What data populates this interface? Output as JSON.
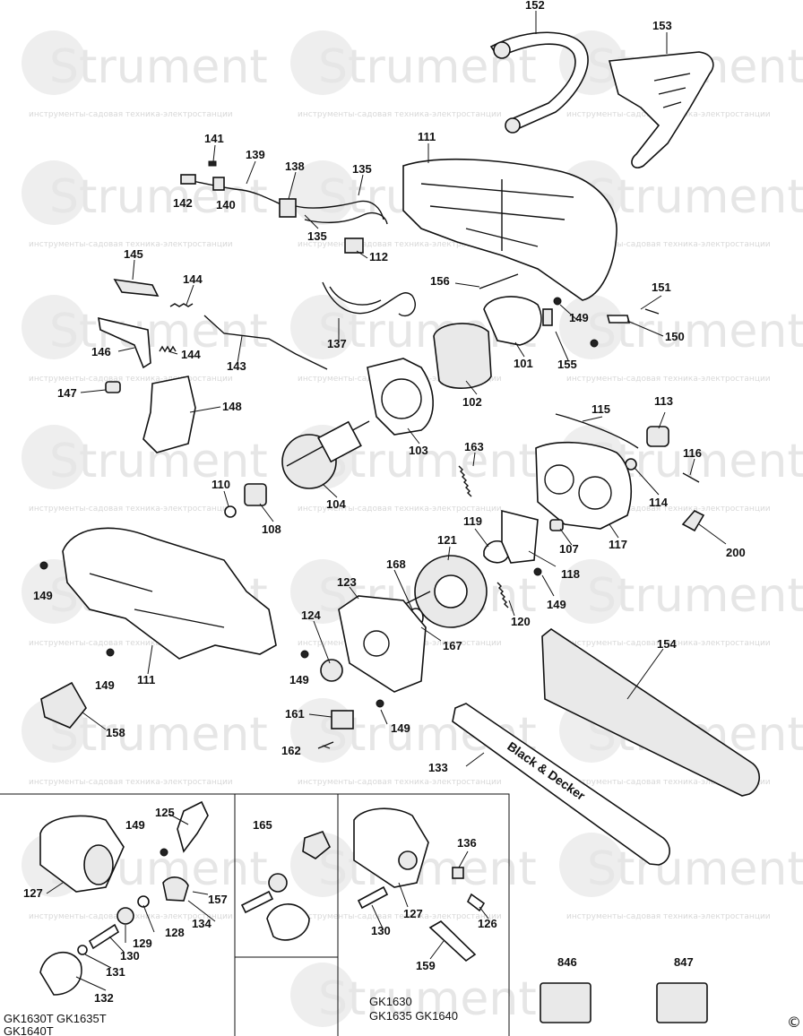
{
  "watermark": {
    "brand": "Strument",
    "tagline": "инструменты-садовая техника-электростанции"
  },
  "parts": {
    "p101": "101",
    "p102": "102",
    "p103": "103",
    "p104": "104",
    "p107": "107",
    "p108": "108",
    "p110": "110",
    "p111": "111",
    "p112": "112",
    "p113": "113",
    "p114": "114",
    "p115": "115",
    "p116": "116",
    "p117": "117",
    "p118": "118",
    "p119": "119",
    "p120": "120",
    "p121": "121",
    "p123": "123",
    "p124": "124",
    "p125": "125",
    "p126": "126",
    "p127": "127",
    "p128": "128",
    "p129": "129",
    "p130": "130",
    "p131": "131",
    "p132": "132",
    "p133": "133",
    "p134": "134",
    "p135": "135",
    "p136": "136",
    "p137": "137",
    "p138": "138",
    "p139": "139",
    "p140": "140",
    "p141": "141",
    "p142": "142",
    "p143": "143",
    "p144": "144",
    "p145": "145",
    "p146": "146",
    "p147": "147",
    "p148": "148",
    "p149": "149",
    "p150": "150",
    "p151": "151",
    "p152": "152",
    "p153": "153",
    "p154": "154",
    "p155": "155",
    "p156": "156",
    "p157": "157",
    "p158": "158",
    "p159": "159",
    "p161": "161",
    "p162": "162",
    "p163": "163",
    "p165": "165",
    "p167": "167",
    "p168": "168",
    "p200": "200",
    "p846": "846",
    "p847": "847"
  },
  "bar_brand": "Black & Decker",
  "models": {
    "left_line1": "GK1630T GK1635T",
    "left_line2": "GK1640T",
    "right_line1": "GK1630",
    "right_line2": "GK1635 GK1640"
  },
  "copyright": "©"
}
